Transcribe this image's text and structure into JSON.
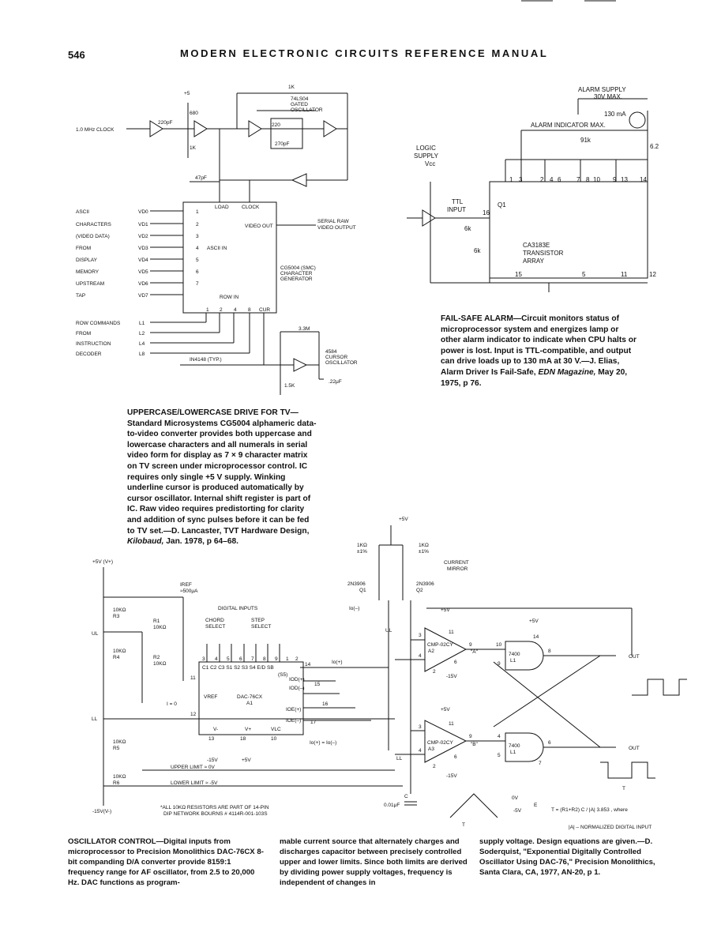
{
  "header": {
    "page_number": "546",
    "title": "MODERN ELECTRONIC CIRCUITS REFERENCE MANUAL"
  },
  "fig1": {
    "clock": "1.0 MHz CLOCK",
    "plus5": "+5",
    "r680": "680",
    "c220pf": "220pF",
    "r1k": "1K",
    "r1k_top": "1K",
    "gated_osc": [
      "74LS04",
      "GATED",
      "OSCILLATOR"
    ],
    "r220": "220",
    "c270pf": "270pF",
    "c47pf": "47pF",
    "load": "LOAD",
    "clock_in": "CLOCK",
    "left_labels": [
      "ASCII",
      "CHARACTERS",
      "(VIDEO DATA)",
      "FROM",
      "DISPLAY",
      "MEMORY",
      "UPSTREAM",
      "TAP"
    ],
    "vd_pins": [
      "VD0",
      "VD1",
      "VD2",
      "VD3",
      "VD4",
      "VD5",
      "VD6",
      "VD7"
    ],
    "pin_nums": [
      "1",
      "2",
      "3",
      "4",
      "5",
      "6",
      "7"
    ],
    "ascii_in": "ASCII IN",
    "video_out": "VIDEO OUT",
    "serial_raw": [
      "SERIAL RAW",
      "VIDEO OUTPUT"
    ],
    "chip": [
      "CG5004 (SMC)",
      "CHARACTER",
      "GENERATOR"
    ],
    "row_in": "ROW IN",
    "row_pins": [
      "1",
      "2",
      "4",
      "8",
      "CUR"
    ],
    "row_labels": [
      "ROW COMMANDS",
      "FROM",
      "INSTRUCTION",
      "DECODER"
    ],
    "l_pins": [
      "L1",
      "L2",
      "L4",
      "L8"
    ],
    "diode": "IN4148 (TYP.)",
    "r33m": "3.3M",
    "cursor_osc": [
      "4584",
      "CURSOR",
      "OSCILLATOR"
    ],
    "r15k": "1.5K",
    "c22uf": ".22μF"
  },
  "caption1": {
    "title": "UPPERCASE/LOWERCASE DRIVE FOR TV—",
    "body": "Standard Microsystems CG5004 alphameric data-to-video converter provides both uppercase and lowercase characters and all numerals in serial video form for display as 7 × 9 character matrix on TV screen under microprocessor control. IC requires only single +5 V supply. Winking underline cursor is produced automatically by cursor oscillator. Internal shift register is part of IC. Raw video requires predistorting for clarity and addition of sync pulses before it can be fed to TV set.—D. Lancaster, TVT Hardware Design, ",
    "source_italic": "Kilobaud,",
    "source_tail": " Jan. 1978, p 64–68."
  },
  "fig2": {
    "alarm_supply": [
      "ALARM SUPPLY",
      "30V MAX."
    ],
    "ma130": "130 mA",
    "alarm_ind": "ALARM INDICATOR MAX.",
    "r91k": "91k",
    "r62": "6.2",
    "logic_supply": [
      "LOGIC",
      "SUPPLY",
      "Vcc"
    ],
    "ttl_input": [
      "TTL",
      "INPUT"
    ],
    "r6k_a": "6k",
    "r6k_b": "6k",
    "q1": "Q1",
    "pin16": "16",
    "top_pins": [
      "1",
      "3",
      "2",
      "4",
      "6",
      "7",
      "8",
      "10",
      "9",
      "13",
      "14"
    ],
    "array": [
      "CA3183E",
      "TRANSISTOR",
      "ARRAY"
    ],
    "bottom_pins": [
      "15",
      "5",
      "11",
      "12"
    ]
  },
  "caption2": {
    "title": "FAIL-SAFE ALARM—",
    "body": "Circuit monitors status of microprocessor system and energizes lamp or other alarm indicator to indicate when CPU halts or power is lost. Input is TTL-compatible, and output can drive loads up to 130 mA at 30 V.—J. Elias, Alarm Driver Is Fail-Safe, ",
    "source_italic": "EDN Magazine,",
    "source_tail": " May 20, 1975, p 76."
  },
  "fig3": {
    "plus5v_top": "+5V",
    "r1k_l": [
      "1KΩ",
      "±1%"
    ],
    "r1k_r": [
      "1KΩ",
      "±1%"
    ],
    "current_mirror": [
      "CURRENT",
      "MIRROR"
    ],
    "q1": [
      "2N3906",
      "Q1"
    ],
    "q2": [
      "2N3906",
      "Q2"
    ],
    "vplus": "+5V (V+)",
    "iref": [
      "IREF",
      "≈500μA"
    ],
    "r3": [
      "10KΩ",
      "R3"
    ],
    "r1": [
      "R1",
      "10KΩ"
    ],
    "digital_inputs": "DIGITAL INPUTS",
    "chord": [
      "CHORD",
      "SELECT"
    ],
    "step": [
      "STEP",
      "SELECT"
    ],
    "ul": "UL",
    "r4": [
      "10KΩ",
      "R4"
    ],
    "r2": [
      "R2",
      "10KΩ"
    ],
    "dac_pins": [
      "3",
      "4",
      "5",
      "6",
      "7",
      "8",
      "9",
      "1",
      "2"
    ],
    "dac_bits": "C1 C2 C3 S1 S2 S3 S4 E/D SB",
    "sb_sub": "(S5)",
    "pin11": "11",
    "pin12": "12",
    "pin14": "14",
    "pin15": "15",
    "pin16": "16",
    "pin17": "17",
    "vref": "VREF",
    "dac": [
      "DAC-76CX",
      "A1"
    ],
    "i0": "I = 0",
    "io_minus": "Io(–)",
    "io_plus": "Io(+)",
    "iod_plus": "IOD(+)",
    "iod_minus": "IOD(–)",
    "ioe_plus": "IOE(+)",
    "ioe_minus": "IOE(–)",
    "io_eq": "Io(+) = Io(–)",
    "ll": "LL",
    "r5": [
      "10KΩ",
      "R5"
    ],
    "r6": [
      "10KΩ",
      "R6"
    ],
    "vminus": "-15V(V-)",
    "vpins": [
      "V-",
      "V+",
      "VLC"
    ],
    "vpin_nums": [
      "13",
      "18",
      "10"
    ],
    "neg15": "-15V",
    "pos5": "+5V",
    "upper_limit": "UPPER LIMIT ≈ 0V",
    "lower_limit": "LOWER LIMIT ≈ -5V",
    "note": [
      "*ALL 10KΩ RESISTORS ARE PART OF 14-PIN",
      "DIP NETWORK BOURNS # 4114R-001-103S"
    ],
    "cmp_a": [
      "CMP-02CY",
      "A2"
    ],
    "cmp_b": [
      "CMP-02CY",
      "A3"
    ],
    "cmp_a_pins": [
      "3",
      "4",
      "11",
      "9",
      "6",
      "2"
    ],
    "cmp_b_pins": [
      "3",
      "4",
      "11",
      "9",
      "6",
      "2"
    ],
    "v15": "-15V",
    "a_label": "\"A\"",
    "b_label": "\"B\"",
    "gate1": [
      "7400",
      "L1"
    ],
    "gate2": [
      "7400",
      "L1"
    ],
    "g1_pins": [
      "10",
      "9",
      "14",
      "8"
    ],
    "g2_pins": [
      "4",
      "5",
      "7",
      "6"
    ],
    "out": "OUT",
    "out_bar": "OUT",
    "c_label": [
      "C",
      "0.01μF"
    ],
    "ov": "0V",
    "neg5v": "-5V",
    "e": "E",
    "t": "T",
    "formula": "T = (R1+R2) C / |A| 3.853 , where",
    "norm": "|A| – NORMALIZED DIGITAL INPUT"
  },
  "caption3": {
    "title": "OSCILLATOR CONTROL—",
    "col1": "Digital inputs from microprocessor to Precision Monolithics DAC-76CX 8-bit companding D/A converter provide 8159:1 frequency range for AF oscillator, from 2.5 to 20,000 Hz. DAC functions as program-",
    "col2": "mable current source that alternately charges and discharges capacitor between precisely controlled upper and lower limits. Since both limits are derived by dividing power supply voltages, frequency is independent of changes in",
    "col3": "supply voltage. Design equations are given.—D. Soderquist, \"Exponential Digitally Controlled Oscillator Using DAC-76,\" Precision Monolithics, Santa Clara, CA, 1977, AN-20, p 1."
  }
}
